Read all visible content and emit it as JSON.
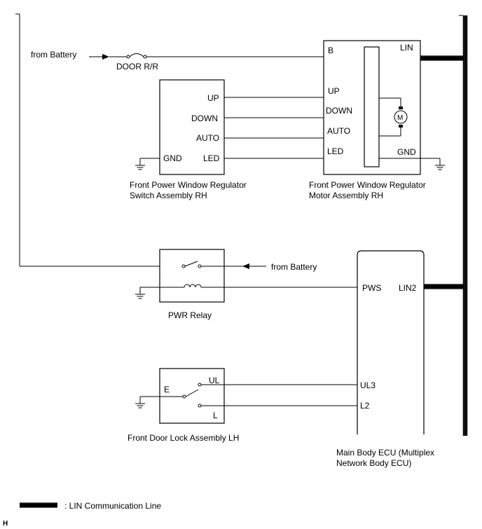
{
  "battery_label_1": "from Battery",
  "fuse_label": "DOOR R/R",
  "switch_assembly": {
    "pins": {
      "up": "UP",
      "down": "DOWN",
      "auto": "AUTO",
      "gnd": "GND",
      "led": "LED"
    },
    "caption_line1": "Front Power Window Regulator",
    "caption_line2": "Switch Assembly RH"
  },
  "motor_assembly": {
    "pins": {
      "b": "B",
      "lin": "LIN",
      "up": "UP",
      "down": "DOWN",
      "auto": "AUTO",
      "led": "LED",
      "gnd": "GND"
    },
    "motor_symbol": "M",
    "caption_line1": "Front Power Window Regulator",
    "caption_line2": "Motor Assembly RH"
  },
  "relay": {
    "battery_label": "from Battery",
    "caption": "PWR Relay"
  },
  "ecu": {
    "pins": {
      "pws": "PWS",
      "lin2": "LIN2",
      "ul3": "UL3",
      "l2": "L2"
    },
    "caption_line1": "Main Body ECU (Multiplex",
    "caption_line2": "Network Body ECU)"
  },
  "door_lock": {
    "pins": {
      "e": "E",
      "ul": "UL",
      "l": "L"
    },
    "caption": "Front Door Lock Assembly LH"
  },
  "legend": {
    "text": ": LIN Communication Line"
  },
  "corner_mark": "H"
}
